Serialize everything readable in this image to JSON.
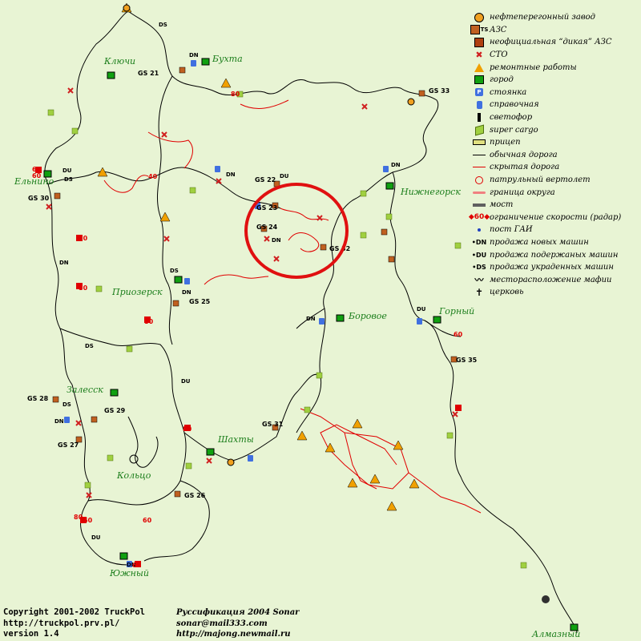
{
  "legend": [
    {
      "icon": "refinery-icon",
      "label": "нефтеперегонный завод"
    },
    {
      "icon": "gas-station-icon",
      "label": "АЗС"
    },
    {
      "icon": "wild-gas-station-icon",
      "label": "неофициальная “дикая” АЗС"
    },
    {
      "icon": "service-icon",
      "label": "СТО"
    },
    {
      "icon": "roadwork-icon",
      "label": "ремонтные работы"
    },
    {
      "icon": "city-icon",
      "label": "город"
    },
    {
      "icon": "parking-icon",
      "label": "стоянка"
    },
    {
      "icon": "info-icon",
      "label": "справочная"
    },
    {
      "icon": "traffic-light-icon",
      "label": "светофор"
    },
    {
      "icon": "cargo-icon",
      "label": "super cargo"
    },
    {
      "icon": "trailer-icon",
      "label": "прицеп"
    },
    {
      "icon": "road-icon",
      "label": "обычная дорога"
    },
    {
      "icon": "hidden-road-icon",
      "label": "скрытая дорога"
    },
    {
      "icon": "helicopter-icon",
      "label": "патрульный вертолет"
    },
    {
      "icon": "border-icon",
      "label": "граница округа"
    },
    {
      "icon": "bridge-icon",
      "label": "мост"
    },
    {
      "icon": "speed-limit-icon",
      "label": "ограничение скорости (радар)"
    },
    {
      "icon": "police-icon",
      "label": "пост ГАИ"
    },
    {
      "icon": "new-cars-icon",
      "label": "продажа новых машин"
    },
    {
      "icon": "used-cars-icon",
      "label": "продажа подержаных машин"
    },
    {
      "icon": "stolen-cars-icon",
      "label": "продажа украденных машин"
    },
    {
      "icon": "mafia-icon",
      "label": "месторасположение мафии"
    },
    {
      "icon": "church-icon",
      "label": "церковь"
    }
  ],
  "legend_symbols": {
    "gas": "TS",
    "service": "✖",
    "parking": "P",
    "speed": "◆60◆",
    "police": "•",
    "new": "•DN",
    "used": "•DU",
    "stolen": "•DS",
    "mafia": "〰",
    "church": "✝"
  },
  "cities": [
    "Ключи",
    "Бухта",
    "Ельнино",
    "Нижнегорск",
    "Приозерск",
    "Боровое",
    "Горный",
    "Залесск",
    "Шахты",
    "Кольцо",
    "Южный",
    "Алмазный"
  ],
  "gas_stations": [
    "GS 21",
    "GS 22",
    "GS 23",
    "GS 24",
    "GS 25",
    "GS 26",
    "GS 27",
    "GS 28",
    "GS 29",
    "GS 30",
    "GS 31",
    "GS 32",
    "GS 33",
    "GS 35"
  ],
  "dealers": [
    "DS",
    "DN",
    "DU",
    "DS",
    "DN",
    "DN",
    "DU",
    "DN",
    "DS",
    "DN",
    "DN",
    "DN",
    "DU",
    "DS",
    "DS",
    "DU",
    "DN",
    "DU",
    "DN"
  ],
  "speed_limits": [
    "80",
    "60",
    "40",
    "80",
    "80",
    "80",
    "80",
    "60",
    "80",
    "60",
    "60",
    "60",
    "60"
  ],
  "credits": {
    "left": [
      "Copyright 2001-2002 TruckPol",
      "http://truckpol.prv.pl/",
      "version 1.4"
    ],
    "right": [
      "Руссификация 2004 Sonar",
      "sonar@mail333.com",
      "http://majong.newmail.ru"
    ]
  },
  "colors": {
    "background": "#e8f4d4",
    "road": "#000000",
    "hidden_road": "#e00000",
    "city_label": "#1a7d1a",
    "highlight": "#e01010"
  }
}
